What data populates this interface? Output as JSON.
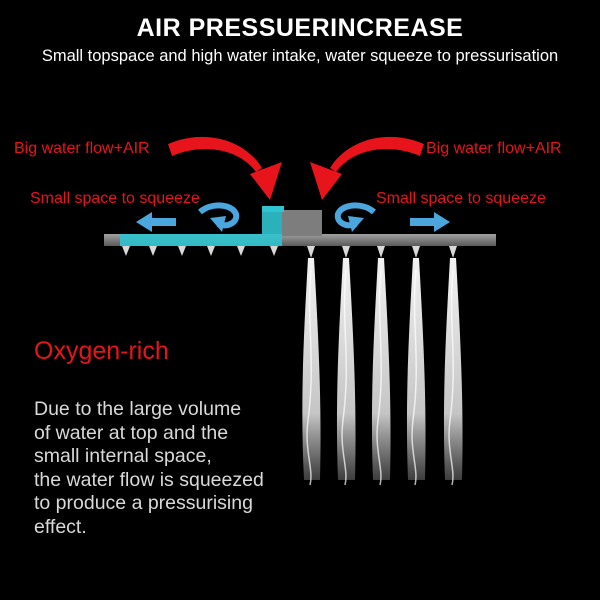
{
  "header": {
    "title": "AIR PRESSUERINCREASE",
    "subtitle": "Small topspace and high water intake, water squeeze to pressurisation"
  },
  "labels": {
    "left_flow": "Big water flow+AIR",
    "right_flow": "Big water flow+AIR",
    "left_squeeze": "Small space to squeeze",
    "right_squeeze": "Small space to squeeze"
  },
  "info": {
    "heading": "Oxygen-rich",
    "lines": [
      "Due to the large volume",
      "of water at top and the",
      "small internal space,",
      "the water flow is squeezed",
      "to produce a pressurising",
      "effect."
    ]
  },
  "colors": {
    "background": "#000000",
    "text": "#ffffff",
    "accent_red": "#e8141c",
    "water_cyan": "#2fc4cf",
    "arrow_blue": "#4aa6dc",
    "shower_gray": "#8a8a8a"
  },
  "icons": [
    "curved-arrow-icon",
    "arrow-left-icon",
    "arrow-right-icon",
    "swirl-arrow-icon",
    "nozzle-icon",
    "water-jet-icon"
  ]
}
